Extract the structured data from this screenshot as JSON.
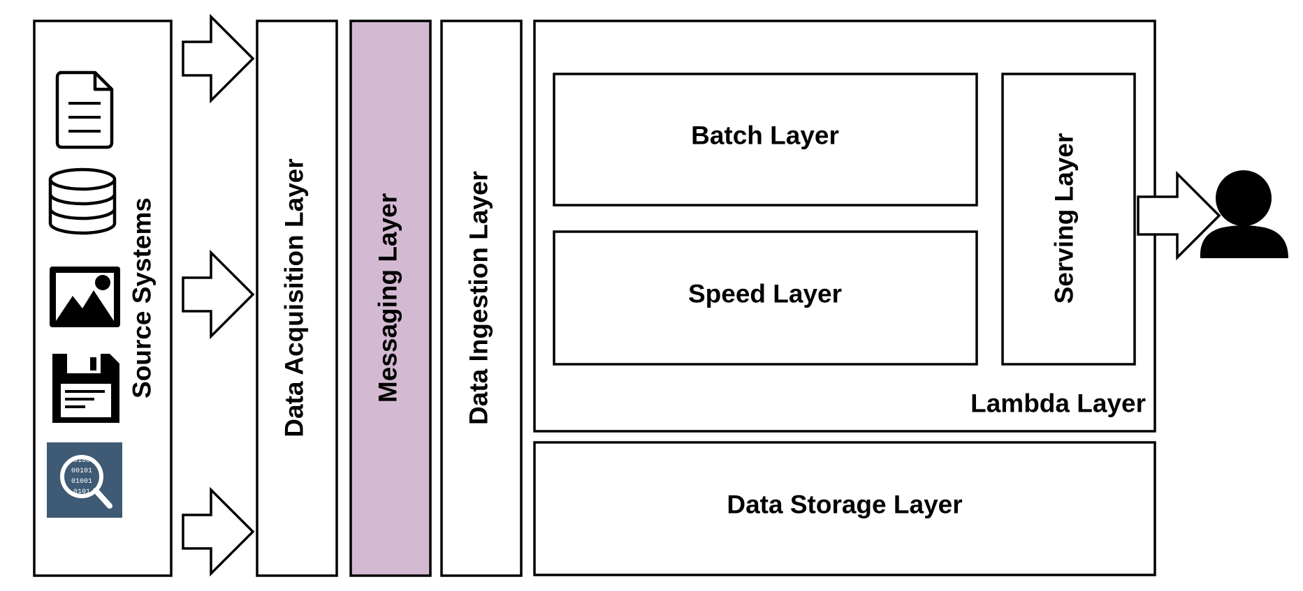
{
  "colors": {
    "stroke": "#000000",
    "box_fill": "#ffffff",
    "messaging_fill": "#d3bad2",
    "search_icon_bg": "#3e5a74",
    "binary_text": "#ffffff"
  },
  "source_systems": {
    "label": "Source Systems",
    "icons": [
      "document-icon",
      "database-icon",
      "image-icon",
      "floppy-disk-icon",
      "data-search-icon"
    ],
    "binary_lines": [
      "0100",
      "00101",
      "01001",
      "0101"
    ]
  },
  "layers": {
    "acquisition": "Data Acquisition Layer",
    "messaging": "Messaging Layer",
    "ingestion": "Data Ingestion Layer",
    "batch": "Batch Layer",
    "speed": "Speed Layer",
    "serving": "Serving Layer",
    "lambda": "Lambda Layer",
    "storage": "Data Storage Layer"
  },
  "consumer": {
    "icon": "user-icon"
  }
}
